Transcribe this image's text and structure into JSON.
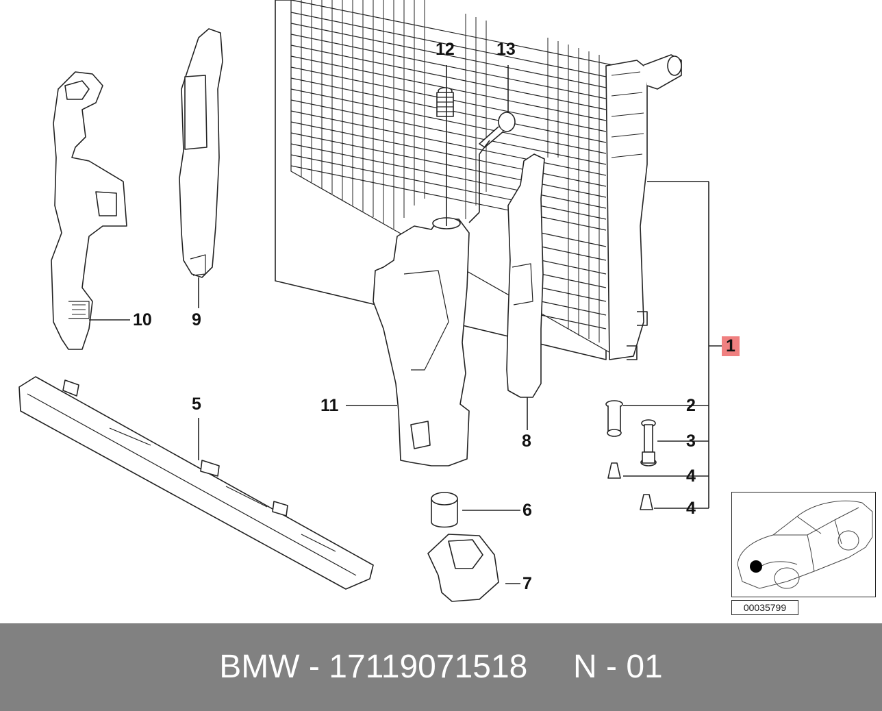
{
  "callouts": [
    {
      "id": "1",
      "label": "1",
      "highlight": true
    },
    {
      "id": "2",
      "label": "2"
    },
    {
      "id": "3",
      "label": "3"
    },
    {
      "id": "4a",
      "label": "4"
    },
    {
      "id": "4b",
      "label": "4"
    },
    {
      "id": "5",
      "label": "5"
    },
    {
      "id": "6",
      "label": "6"
    },
    {
      "id": "7",
      "label": "7"
    },
    {
      "id": "8",
      "label": "8"
    },
    {
      "id": "9",
      "label": "9"
    },
    {
      "id": "10",
      "label": "10"
    },
    {
      "id": "11",
      "label": "11"
    },
    {
      "id": "12",
      "label": "12"
    },
    {
      "id": "13",
      "label": "13"
    }
  ],
  "diagram_number": "00035799",
  "footer": {
    "text": "BMW - 17119071518     N - 01"
  },
  "colors": {
    "footer_bg": "#818181",
    "footer_text": "#ffffff",
    "highlight": "#f08080",
    "line": "#222222"
  }
}
